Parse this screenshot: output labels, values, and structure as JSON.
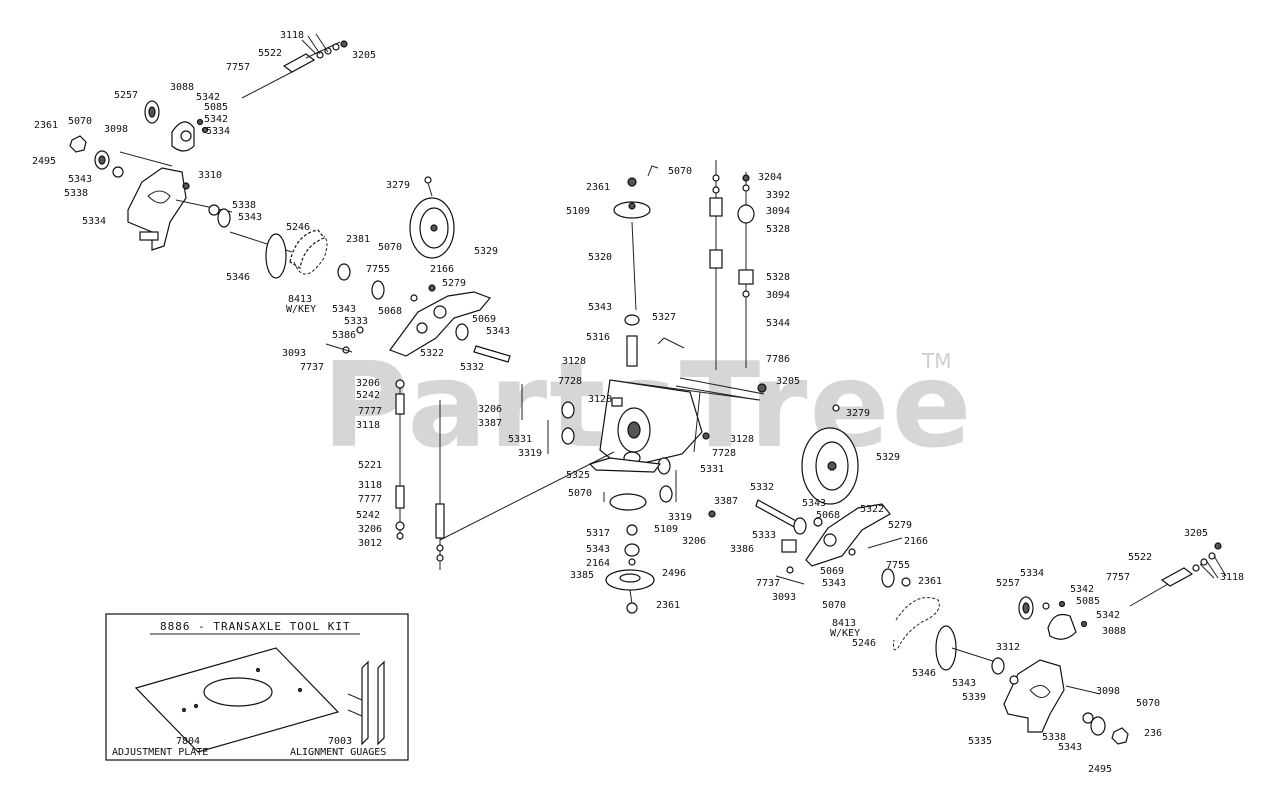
{
  "watermark": {
    "text": "PartsTree",
    "tm": "TM"
  },
  "kit": {
    "title": "8886 - TRANSAXLE TOOL KIT",
    "plate_number": "7804",
    "plate_label": "ADJUSTMENT PLATE",
    "gauge_number": "7003",
    "gauge_label": "ALIGNMENT GUAGES"
  },
  "callouts": [
    "3118",
    "5522",
    "7757",
    "3205",
    "5257",
    "3088",
    "5342",
    "5085",
    "5342",
    "5334",
    "2361",
    "5070",
    "3098",
    "2495",
    "5343",
    "5338",
    "3310",
    "5334",
    "5338",
    "5343",
    "5246",
    "5346",
    "3279",
    "5329",
    "2381",
    "5070",
    "7755",
    "2166",
    "5279",
    "8413",
    "W/KEY",
    "5343",
    "5068",
    "5333",
    "5386",
    "5069",
    "5343",
    "5322",
    "3093",
    "7737",
    "5332",
    "3206",
    "5242",
    "7777",
    "3118",
    "5221",
    "3118",
    "7777",
    "5242",
    "3206",
    "3012",
    "2361",
    "5070",
    "5109",
    "5320",
    "5343",
    "5316",
    "5327",
    "3128",
    "7728",
    "3128",
    "3204",
    "3392",
    "3094",
    "5328",
    "5328",
    "3094",
    "5344",
    "7786",
    "3205",
    "3206",
    "3387",
    "5331",
    "3319",
    "5325",
    "3128",
    "7728",
    "5331",
    "3387",
    "3319",
    "5070",
    "5109",
    "3206",
    "5317",
    "5343",
    "2164",
    "3385",
    "2496",
    "2361",
    "3279",
    "5329",
    "5332",
    "5343",
    "5068",
    "5322",
    "5279",
    "2166",
    "5333",
    "3386",
    "5069",
    "7755",
    "7737",
    "3093",
    "5343",
    "2361",
    "5070",
    "8413",
    "W/KEY",
    "5246",
    "3205",
    "5522",
    "7757",
    "3118",
    "5257",
    "5334",
    "5342",
    "5085",
    "5342",
    "3088",
    "5346",
    "3312",
    "5343",
    "5339",
    "3098",
    "5070",
    "5335",
    "5338",
    "5343",
    "236",
    "2495"
  ]
}
